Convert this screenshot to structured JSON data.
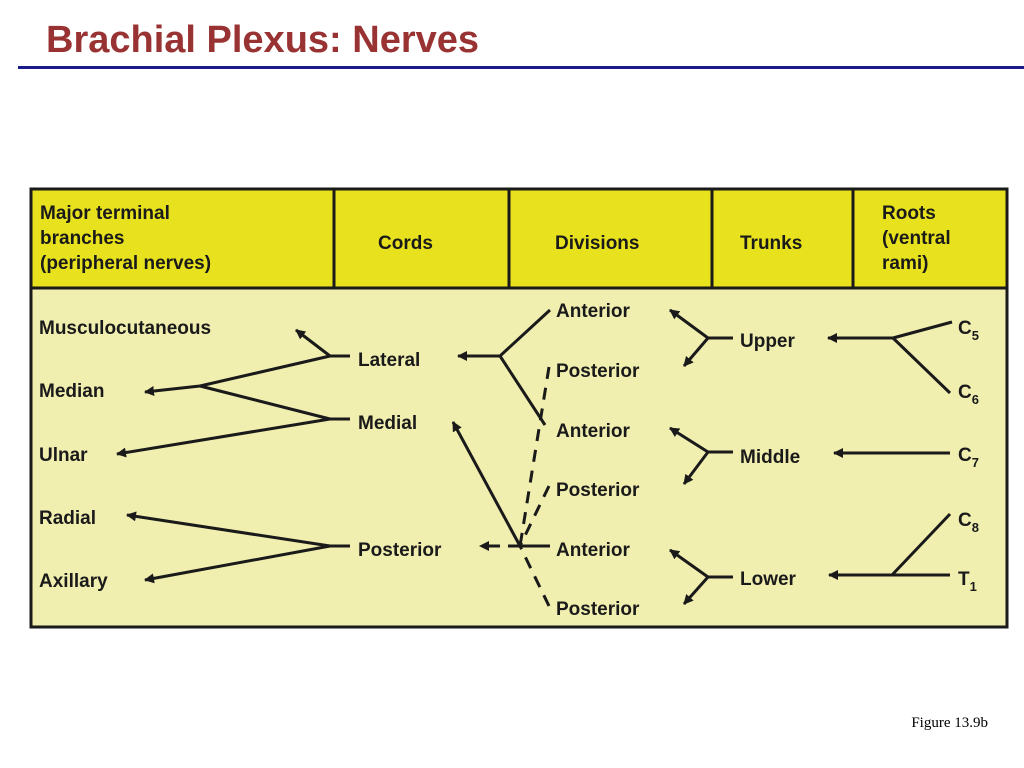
{
  "slide": {
    "title": "Brachial Plexus: Nerves",
    "caption": "Figure 13.9b"
  },
  "colors": {
    "title": "#993333",
    "rule": "#1a1a8c",
    "header_fill": "#e8e21e",
    "body_fill": "#f1efb0",
    "ink": "#1a1a1a"
  },
  "table": {
    "headers": {
      "branches": [
        "Major terminal",
        "branches",
        "(peripheral nerves)"
      ],
      "cords": "Cords",
      "divisions": "Divisions",
      "trunks": "Trunks",
      "roots": [
        "Roots",
        "(ventral",
        "rami)"
      ]
    },
    "branches": [
      "Musculocutaneous",
      "Median",
      "Ulnar",
      "Radial",
      "Axillary"
    ],
    "cords": [
      "Lateral",
      "Medial",
      "Posterior"
    ],
    "divisions": [
      "Anterior",
      "Posterior",
      "Anterior",
      "Posterior",
      "Anterior",
      "Posterior"
    ],
    "trunks": [
      "Upper",
      "Middle",
      "Lower"
    ],
    "roots": [
      {
        "letter": "C",
        "sub": "5"
      },
      {
        "letter": "C",
        "sub": "6"
      },
      {
        "letter": "C",
        "sub": "7"
      },
      {
        "letter": "C",
        "sub": "8"
      },
      {
        "letter": "T",
        "sub": "1"
      }
    ]
  }
}
